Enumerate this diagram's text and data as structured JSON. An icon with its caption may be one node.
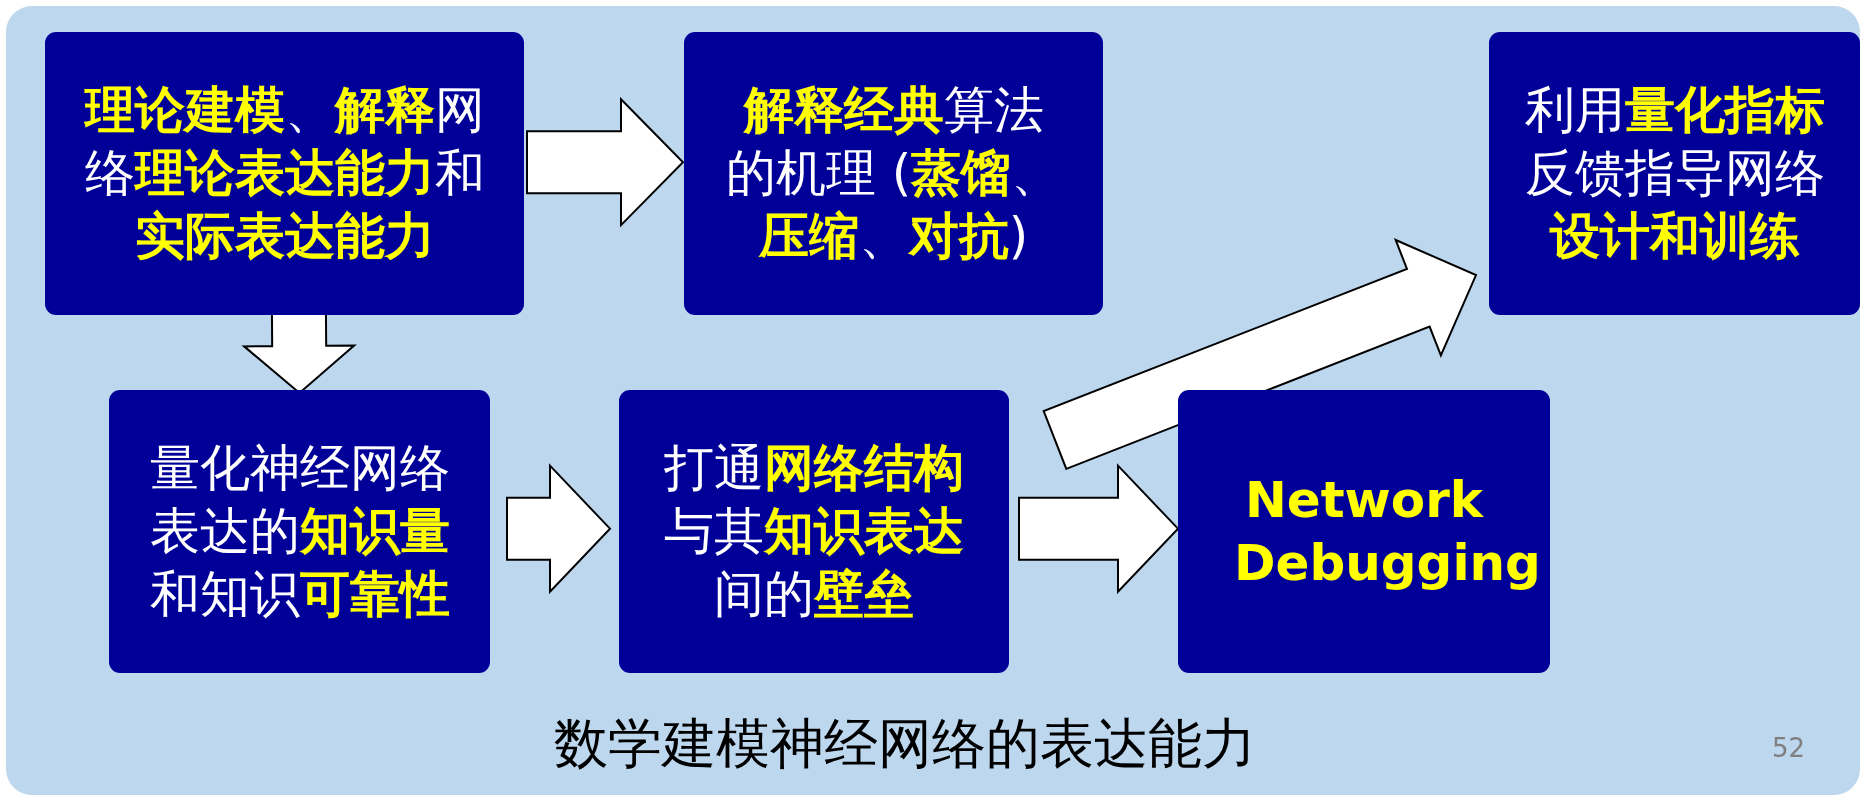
{
  "diagram": {
    "title": "数学建模神经网络的表达能力",
    "nodes": [
      {
        "text": [
          "**理论建模**、**解释**网络**理论表达能力**和**实际表达能力**"
        ]
      },
      {
        "text": [
          "**解释经典**算法的机理 (**蒸馏**、**压缩**、**对抗**)"
        ]
      },
      {
        "text": [
          "利用**量化指标**反馈指导网络**设计和训练**"
        ]
      },
      {
        "text": [
          "量化神经网络表达的**知识量**和知识**可靠性**"
        ]
      },
      {
        "text": [
          "打通**网络结构**与其**知识表达**间的**壁垒**"
        ]
      },
      {
        "text": [
          "Network Debugging"
        ]
      }
    ],
    "edges": [
      {
        "from": 0,
        "to": 1,
        "arrow": "to"
      },
      {
        "from": 0,
        "to": 3,
        "arrow": "to"
      },
      {
        "from": 3,
        "to": 4,
        "arrow": "to"
      },
      {
        "from": 4,
        "to": 5,
        "arrow": "to"
      },
      {
        "from": 4,
        "to": 2,
        "arrow": "to"
      }
    ],
    "labels": [
      "52"
    ]
  }
}
